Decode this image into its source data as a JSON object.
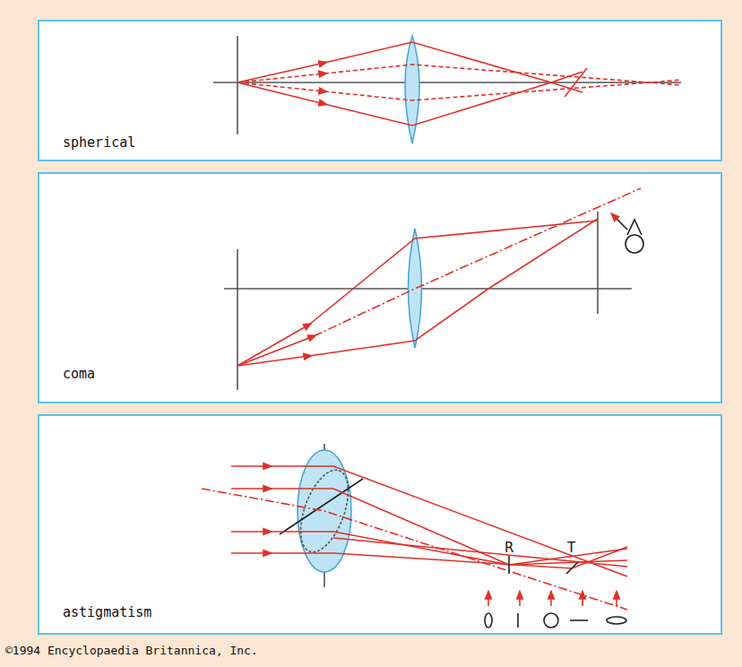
{
  "diagram": {
    "nodes": [
      {
        "text": [
          "spherical"
        ]
      },
      {
        "text": [
          "coma"
        ]
      },
      {
        "text": [
          "astigmatism"
        ]
      }
    ],
    "labels": [
      "R",
      "T",
      "©1994 Encyclopaedia Britannica, Inc."
    ]
  }
}
